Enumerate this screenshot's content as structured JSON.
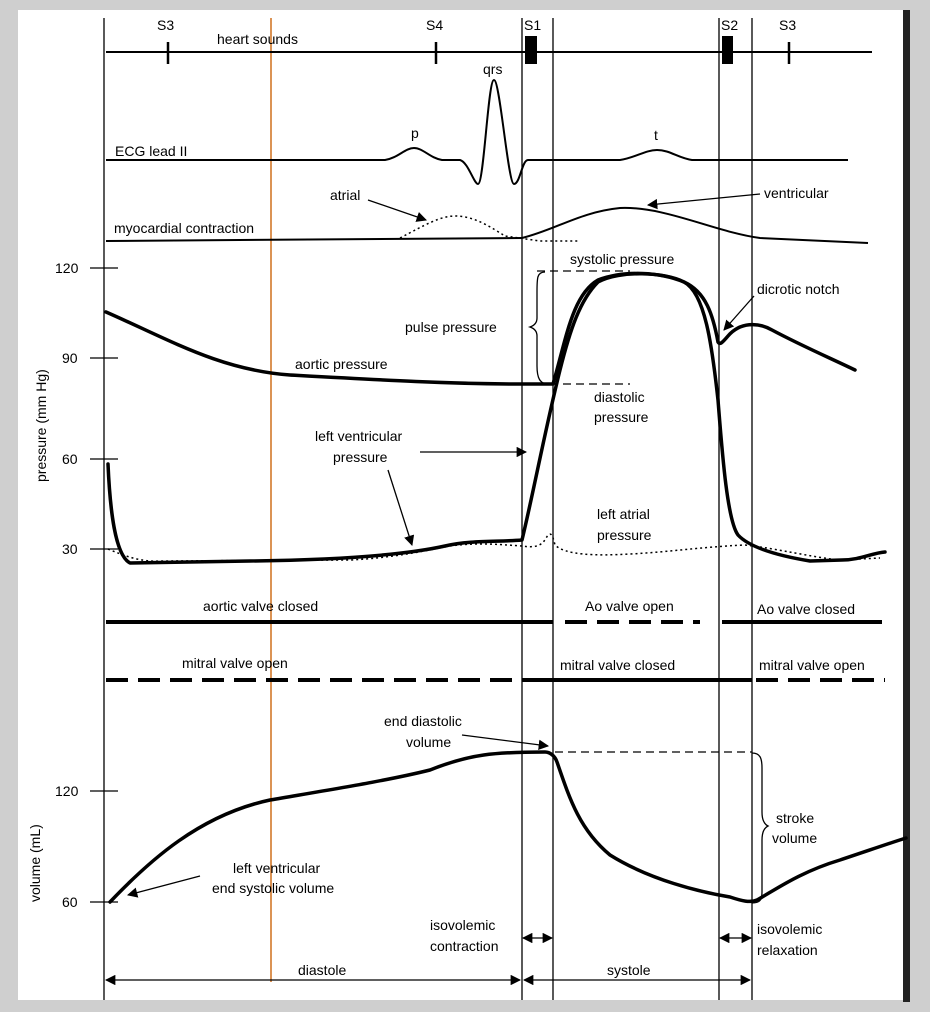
{
  "heart_sounds": {
    "title": "heart sounds",
    "markers": [
      {
        "key": "s3a",
        "label": "S3"
      },
      {
        "key": "s4",
        "label": "S4"
      },
      {
        "key": "s1",
        "label": "S1"
      },
      {
        "key": "s2",
        "label": "S2"
      },
      {
        "key": "s3b",
        "label": "S3"
      }
    ]
  },
  "ecg": {
    "label": "ECG lead II",
    "waves": {
      "p": "p",
      "qrs": "qrs",
      "t": "t"
    }
  },
  "contraction": {
    "label": "myocardial contraction",
    "atrial": "atrial",
    "ventricular": "ventricular"
  },
  "pressure": {
    "axis_label": "pressure (mm Hg)",
    "ticks": [
      "120",
      "90",
      "60",
      "30"
    ],
    "systolic": "systolic pressure",
    "dicrotic": "dicrotic notch",
    "pulse": "pulse pressure",
    "aortic": "aortic pressure",
    "diastolic_1": "diastolic",
    "diastolic_2": "pressure",
    "lv_1": "left ventricular",
    "lv_2": "pressure",
    "la_1": "left atrial",
    "la_2": "pressure"
  },
  "valves": {
    "aortic_closed": "aortic valve  closed",
    "ao_open": "Ao valve  open",
    "ao_closed": "Ao valve  closed",
    "mitral_open": "mitral valve  open",
    "mitral_closed": "mitral valve  closed",
    "mitral_open_2": "mitral valve  open"
  },
  "volume": {
    "axis_label": "volume  (mL)",
    "ticks": [
      "120",
      "60"
    ],
    "edv_1": "end diastolic",
    "edv_2": "volume",
    "esv_1": "left ventricular",
    "esv_2": "end systolic volume",
    "stroke_1": "stroke",
    "stroke_2": "volume"
  },
  "phases": {
    "iso_contraction_1": "isovolemic",
    "iso_contraction_2": "contraction",
    "iso_relaxation_1": "isovolemic",
    "iso_relaxation_2": "relaxation",
    "diastole": "diastole",
    "systole": "systole"
  },
  "colors": {
    "background": "#ffffff",
    "frame": "#cfcfcf",
    "border": "#222222",
    "cursor_line": "#d2782a"
  }
}
